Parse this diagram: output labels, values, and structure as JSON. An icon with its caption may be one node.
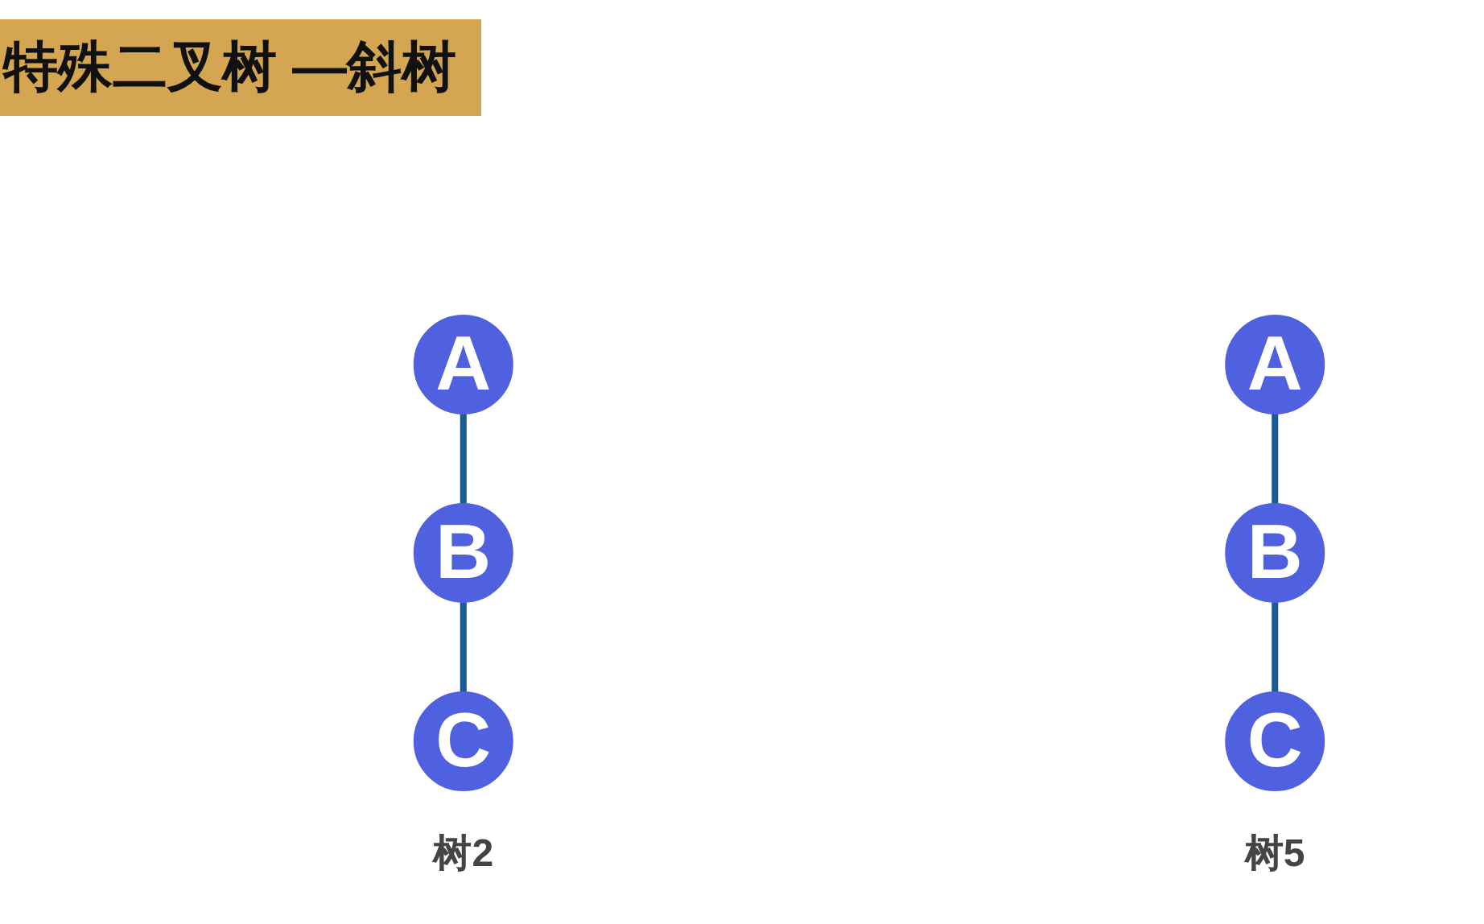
{
  "diagram": {
    "title": "特殊二叉树 —斜树",
    "nodes": [
      {
        "text": [
          "A"
        ]
      },
      {
        "text": [
          "B"
        ]
      },
      {
        "text": [
          "C"
        ]
      },
      {
        "text": [
          "A"
        ]
      },
      {
        "text": [
          "B"
        ]
      },
      {
        "text": [
          "C"
        ]
      }
    ],
    "edges": [
      {
        "from": 0,
        "to": 1,
        "arrow": "none"
      },
      {
        "from": 1,
        "to": 2,
        "arrow": "none"
      },
      {
        "from": 3,
        "to": 4,
        "arrow": "none"
      },
      {
        "from": 4,
        "to": 5,
        "arrow": "none"
      }
    ],
    "labels": [
      "树2",
      "树5"
    ]
  }
}
